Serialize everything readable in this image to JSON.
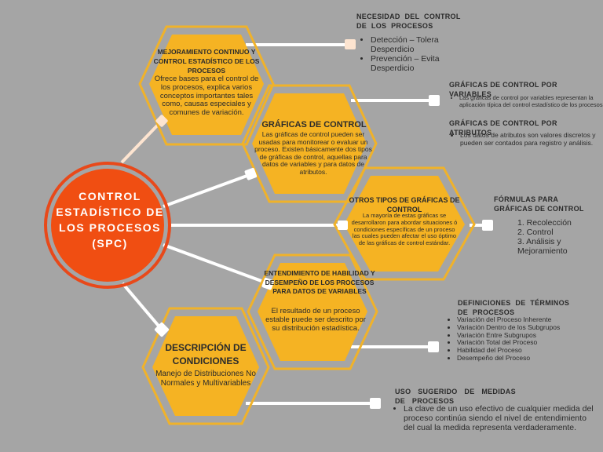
{
  "center": {
    "title": "CONTROL ESTADÍSTICO DE LOS PROCESOS (SPC)"
  },
  "hexagons": {
    "mejoramiento": {
      "title": "MEJORAMIENTO CONTINUO Y CONTROL ESTADÍSTICO DE LOS PROCESOS",
      "body": "Ofrece bases para el control de los procesos, explica varios conceptos importantes tales como, causas especiales y comunes de variación."
    },
    "graficas": {
      "title": "GRÁFICAS DE CONTROL",
      "body": "Las gráficas de control pueden ser usadas para monitorear o evaluar un proceso. Existen básicamente dos tipos de gráficas de control, aquellas para datos de variables y para datos de atributos."
    },
    "otros": {
      "title": "OTROS TIPOS DE GRÁFICAS DE CONTROL",
      "body": "La mayoría de estas gráficas se desarrollaron para abordar situaciones ó condiciones específicas de un proceso las cuales pueden afectar el uso óptimo de las gráficas de control estándar."
    },
    "entendimiento": {
      "title": "ENTENDIMIENTO DE HABILIDAD Y DESEMPEÑO DE LOS PROCESOS PARA DATOS DE VARIABLES",
      "body": "El resultado de un proceso estable puede ser descrito por su distribución estadística."
    },
    "descripcion": {
      "title": "DESCRIPCIÓN DE CONDICIONES",
      "body": "Manejo de Distribuciones No Normales y Multivariables"
    }
  },
  "notes": {
    "necesidad": {
      "title": "NECESIDAD DEL CONTROL DE LOS PROCESOS",
      "items": [
        "Detección – Tolera Desperdicio",
        "Prevención – Evita Desperdicio"
      ]
    },
    "variables": {
      "title": "GRÁFICAS DE CONTROL POR VARIABLES",
      "items": [
        "Las gráficas de control por variables representan la aplicación típica del control estadístico de los procesos,"
      ]
    },
    "atributos": {
      "title": "GRÁFICAS DE CONTROL POR ATRIBUTOS",
      "items": [
        "Los datos de atributos son valores discretos y pueden ser contados para registro y análisis."
      ]
    },
    "formulas": {
      "title": "FÓRMULAS PARA GRÁFICAS DE CONTROL",
      "items": [
        "1. Recolección",
        "2. Control",
        "3. Análisis y Mejoramiento"
      ]
    },
    "definiciones": {
      "title": "DEFINICIONES DE TÉRMINOS DE PROCESOS",
      "items": [
        "Variación del Proceso Inherente",
        "Variación Dentro de los Subgrupos",
        "Variación Entre Subgrupos",
        "Variación Total del Proceso",
        "Habilidad del Proceso",
        "Desempeño del Proceso"
      ]
    },
    "uso": {
      "title": "USO SUGERIDO DE MEDIDAS DE PROCESOS",
      "items": [
        "La clave de un uso efectivo de cualquier medida del proceso continúa siendo el nivel de entendimiento del cual la medida representa verdaderamente."
      ]
    }
  },
  "colors": {
    "background": "#a5a5a5",
    "hex_fill": "#f5b323",
    "hex_outline": "#f0b22a",
    "center_fill": "#f04e12",
    "center_ring": "#e8491a",
    "connector": "#ffffff",
    "peach_node": "#fde4d0",
    "text": "#2b2b2b"
  }
}
